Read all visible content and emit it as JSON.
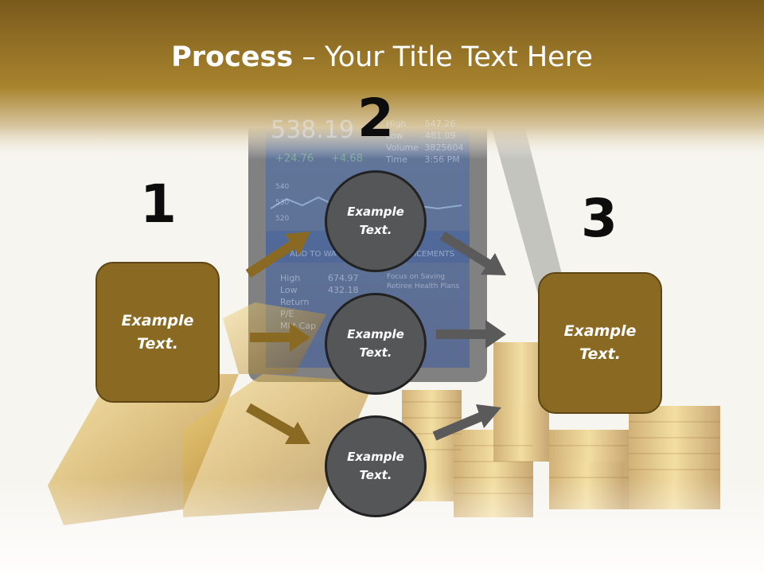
{
  "title": {
    "bold": "Process",
    "rest": " – Your Title Text Here"
  },
  "steps": [
    {
      "number": "1",
      "text": "Example Text."
    },
    {
      "number": "2",
      "items": [
        "Example Text.",
        "Example Text.",
        "Example Text."
      ]
    },
    {
      "number": "3",
      "text": "Example Text."
    }
  ],
  "phone_screen": {
    "quote": "538.19",
    "change": "+24.76",
    "change2": "+4.68",
    "stats_top": [
      {
        "label": "High",
        "value": "547.26"
      },
      {
        "label": "Low",
        "value": "481.09"
      },
      {
        "label": "Volume",
        "value": "3825604"
      },
      {
        "label": "Time",
        "value": "3:56 PM"
      }
    ],
    "axis": [
      "540",
      "530",
      "520"
    ],
    "add_label": "ADD TO WA",
    "announce_label": "ICEMENTS",
    "stats_bottom": [
      {
        "label": "High",
        "value": "674.97"
      },
      {
        "label": "Low",
        "value": "432.18"
      },
      {
        "label": "Return",
        "value": ""
      },
      {
        "label": "P/E",
        "value": ""
      },
      {
        "label": "Mkt Cap",
        "value": ""
      }
    ],
    "news": "Focus on Saving Retiree Health Plans"
  },
  "colors": {
    "header": "#8d6a22",
    "box_fill": "#8a6a22",
    "circle_fill": "#555658",
    "arrow_gold": "#8a6a22",
    "arrow_gray": "#5a5a5a"
  }
}
